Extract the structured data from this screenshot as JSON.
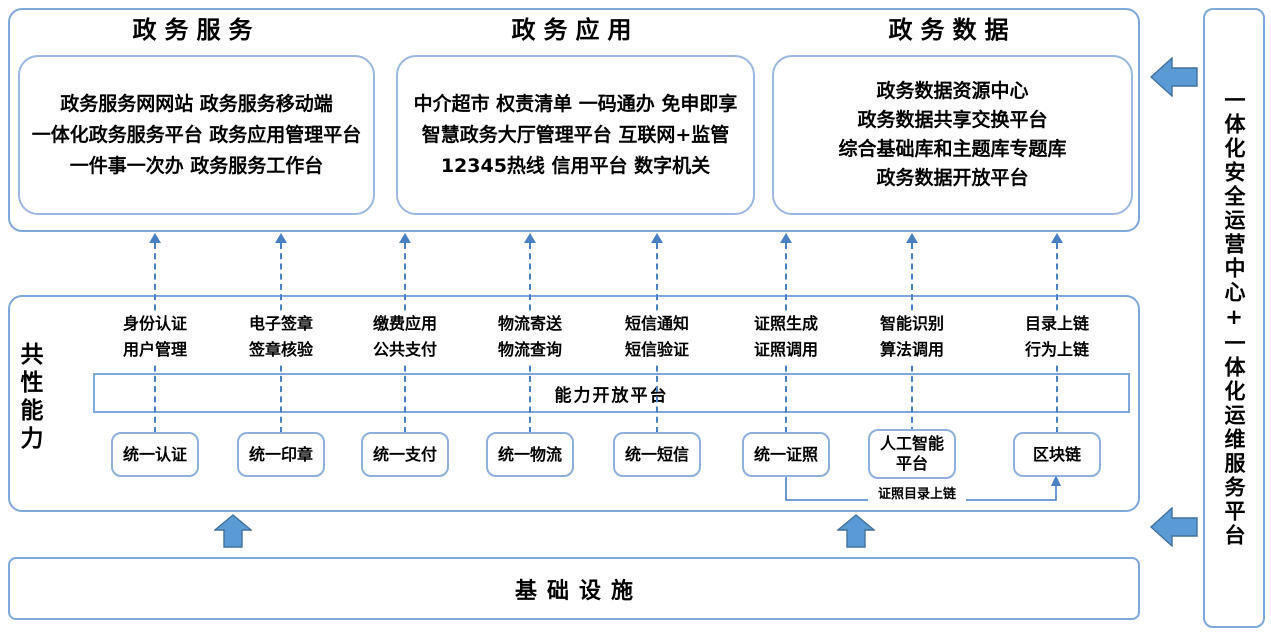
{
  "colors": {
    "border_outer": "#7FA8DC",
    "border_inner": "#9CB8E0",
    "arrow_fill": "#5B9BD5",
    "arrow_stroke": "#41719C",
    "dash_blue": "#4A80C4",
    "text": "#000000"
  },
  "top": {
    "sections": [
      {
        "title": "政务服务",
        "lines": [
          "政务服务网网站 政务服务移动端",
          "一体化政务服务平台 政务应用管理平台",
          "一件事一次办 政务服务工作台"
        ]
      },
      {
        "title": "政务应用",
        "lines": [
          "中介超市 权责清单 一码通办 免申即享",
          "智慧政务大厅管理平台 互联网+监管",
          "12345热线 信用平台 数字机关"
        ]
      },
      {
        "title": "政务数据",
        "lines": [
          "政务数据资源中心",
          "政务数据共享交换平台",
          "综合基础库和主题库专题库",
          "政务数据开放平台"
        ]
      }
    ]
  },
  "capabilities": {
    "side_label": "共性能力",
    "open_platform_label": "能力开放平台",
    "columns": [
      {
        "top": "身份认证",
        "bottom": "用户管理",
        "box": "统一认证"
      },
      {
        "top": "电子签章",
        "bottom": "签章核验",
        "box": "统一印章"
      },
      {
        "top": "缴费应用",
        "bottom": "公共支付",
        "box": "统一支付"
      },
      {
        "top": "物流寄送",
        "bottom": "物流查询",
        "box": "统一物流"
      },
      {
        "top": "短信通知",
        "bottom": "短信验证",
        "box": "统一短信"
      },
      {
        "top": "证照生成",
        "bottom": "证照调用",
        "box": "统一证照"
      },
      {
        "top": "智能识别",
        "bottom": "算法调用",
        "box_line1": "人工智能",
        "box_line2": "平台"
      },
      {
        "top": "目录上链",
        "bottom": "行为上链",
        "box": "区块链"
      }
    ],
    "connector_label": "证照目录上链"
  },
  "infrastructure": {
    "title": "基础设施"
  },
  "right_panel": {
    "label": "一体化安全运营中心+一体化运维服务平台"
  }
}
